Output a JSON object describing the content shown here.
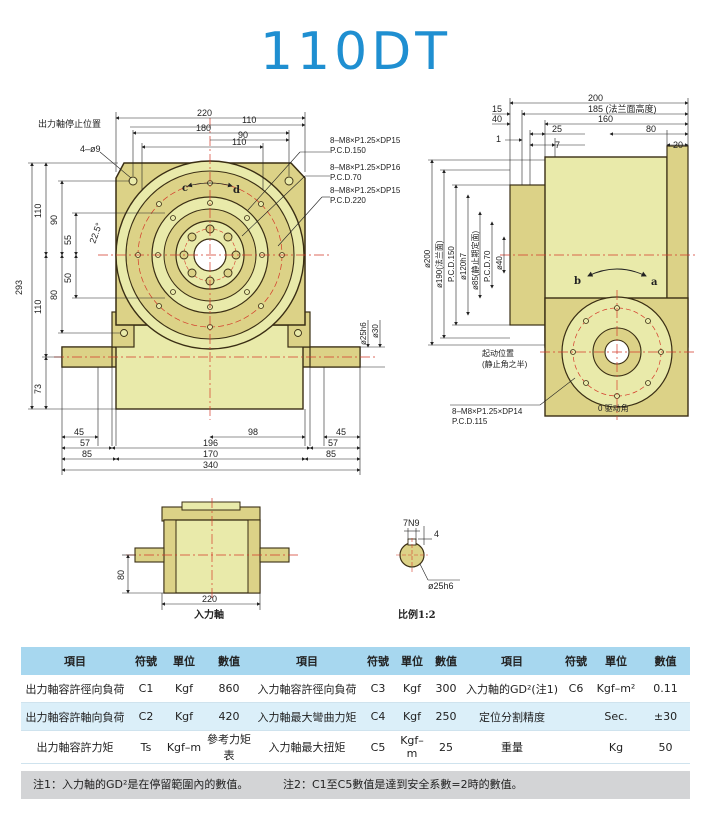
{
  "title": "110DT",
  "drawing": {
    "front": {
      "output_stop_label": "出力軸停止位置",
      "hole_label": "4–ø9",
      "d220": "220",
      "d110a": "110",
      "d180": "180",
      "d90": "90",
      "d110b": "110",
      "t1a": "8–M8×P1.25×DP15",
      "t1b": "P.C.D.150",
      "t2a": "8–M8×P1.25×DP16",
      "t2b": "P.C.D.70",
      "t3a": "8–M8×P1.25×DP15",
      "t3b": "P.C.D.220",
      "rot_c": "c",
      "rot_d": "d",
      "angle": "22.5°",
      "v293": "293",
      "v110a": "110",
      "v90": "90",
      "v55": "55",
      "v80": "80",
      "v50": "50",
      "v110b": "110",
      "v73": "73",
      "shaft_h6": "ø25h6",
      "shaft_30": "ø30",
      "b45l": "45",
      "b57l": "57",
      "b85l": "85",
      "b196": "196",
      "b98": "98",
      "b170": "170",
      "b340": "340",
      "b45r": "45",
      "b57r": "57",
      "b85r": "85"
    },
    "side": {
      "d200": "200",
      "d15": "15",
      "d185": "185 (法兰面高度)",
      "d40": "40",
      "d160": "160",
      "d1": "1",
      "d25": "25",
      "d7": "7",
      "d80": "80",
      "d20": "20",
      "v200": "ø200",
      "v190": "ø190(法兰面)",
      "v120": "ø120h7",
      "v150": "P.C.D.150",
      "v85": "ø85(静止期定面)",
      "v70": "P.C.D.70",
      "v40": "ø40",
      "rot_b": "b",
      "rot_a": "a",
      "start_pos": "起动位置",
      "start_sub": "(静止角之半)",
      "t4a": "8–M8×P1.25×DP14",
      "t4b": "P.C.D.115",
      "drive_angle": "0 驱动角"
    },
    "top": {
      "v80": "80",
      "d220": "220",
      "caption": "入力軸"
    },
    "key": {
      "key": "7N9",
      "d4": "4",
      "shaft": "ø25h6",
      "scale": "比例1:2"
    }
  },
  "table": {
    "headers": [
      "項目",
      "符號",
      "單位",
      "數值",
      "項目",
      "符號",
      "單位",
      "數值",
      "項目",
      "符號",
      "單位",
      "數值"
    ],
    "rows": [
      [
        "出力軸容許徑向負荷",
        "C1",
        "Kgf",
        "860",
        "入力軸容許徑向負荷",
        "C3",
        "Kgf",
        "300",
        "入力軸的GD²(注1)",
        "C6",
        "Kgf–m²",
        "0.11"
      ],
      [
        "出力軸容許軸向負荷",
        "C2",
        "Kgf",
        "420",
        "入力軸最大彎曲力矩",
        "C4",
        "Kgf",
        "250",
        "定位分割精度",
        "",
        "Sec.",
        "±30"
      ],
      [
        "出力軸容許力矩",
        "Ts",
        "Kgf–m",
        "參考力矩表",
        "入力軸最大扭矩",
        "C5",
        "Kgf–m",
        "25",
        "重量",
        "",
        "Kg",
        "50"
      ]
    ]
  },
  "notes": {
    "note1": "注1：入力軸的GD²是在停留範圍內的數值。",
    "note2": "注2：C1至C5數值是達到安全系數=2時的數值。"
  },
  "colors": {
    "body": "#e9eaaa",
    "base": "#dcd287",
    "outline": "#3a2e14",
    "title": "#1f8fd1",
    "header": "#a7d7ef",
    "row_alt": "#dbeff9",
    "note_bg": "#d3d4d6",
    "centerline": "#d43a2a"
  }
}
